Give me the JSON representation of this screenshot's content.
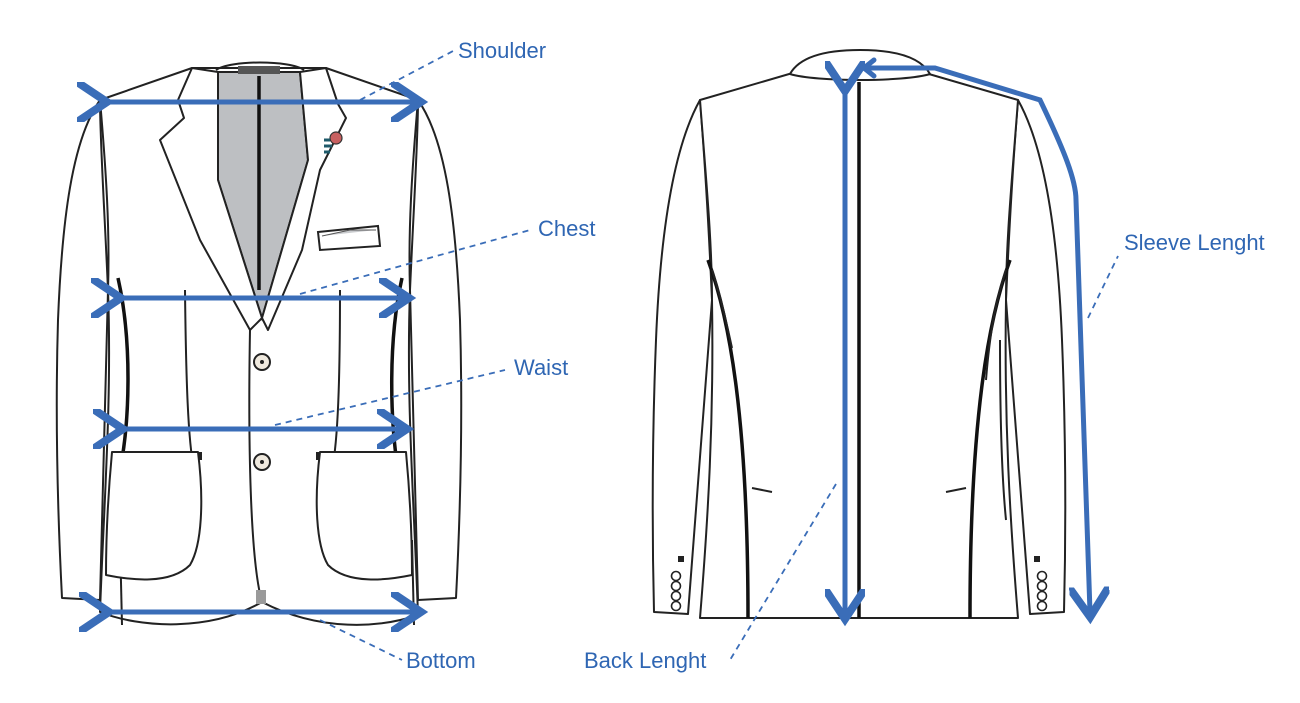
{
  "labels": {
    "shoulder": "Shoulder",
    "chest": "Chest",
    "waist": "Waist",
    "bottom": "Bottom",
    "back_length": "Back Lenght",
    "sleeve_length": "Sleeve Lenght"
  },
  "colors": {
    "measure_line": "#3a6db8",
    "label_text": "#2f66b3",
    "outline": "#222222",
    "lining": "#bdbfc2"
  },
  "icons": {
    "front": "jacket-front-icon",
    "back": "jacket-back-icon"
  }
}
